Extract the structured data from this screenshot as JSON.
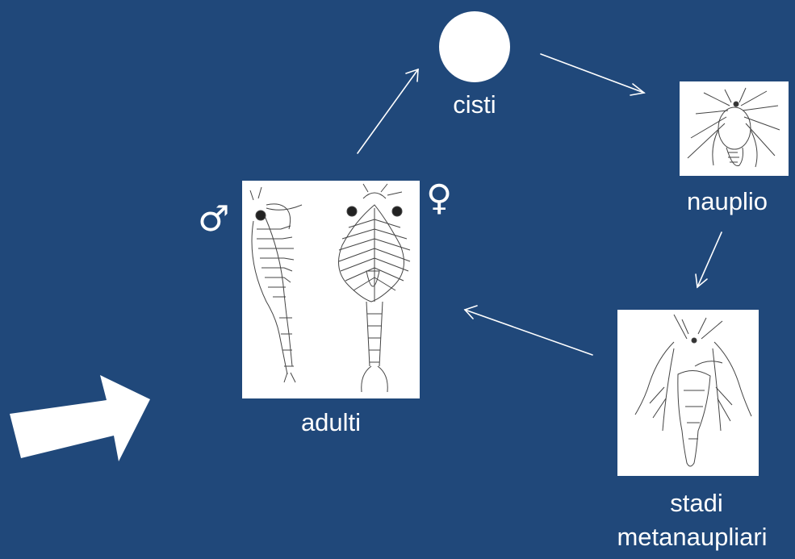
{
  "nodes": {
    "cysts": {
      "label": "cisti",
      "icon": "cyst-circle-icon"
    },
    "nauplius": {
      "label": "nauplio",
      "icon": "nauplius-drawing"
    },
    "metanauplius": {
      "label_line1": "stadi",
      "label_line2": "metanaupliari",
      "icon": "metanauplius-drawing"
    },
    "adults": {
      "label": "adulti",
      "icon": "adult-artemia-drawing"
    }
  },
  "symbols": {
    "male": "♂",
    "female": "♀"
  },
  "colors": {
    "background": "#20487a",
    "foreground": "#ffffff",
    "drawing_ink": "#333333"
  }
}
